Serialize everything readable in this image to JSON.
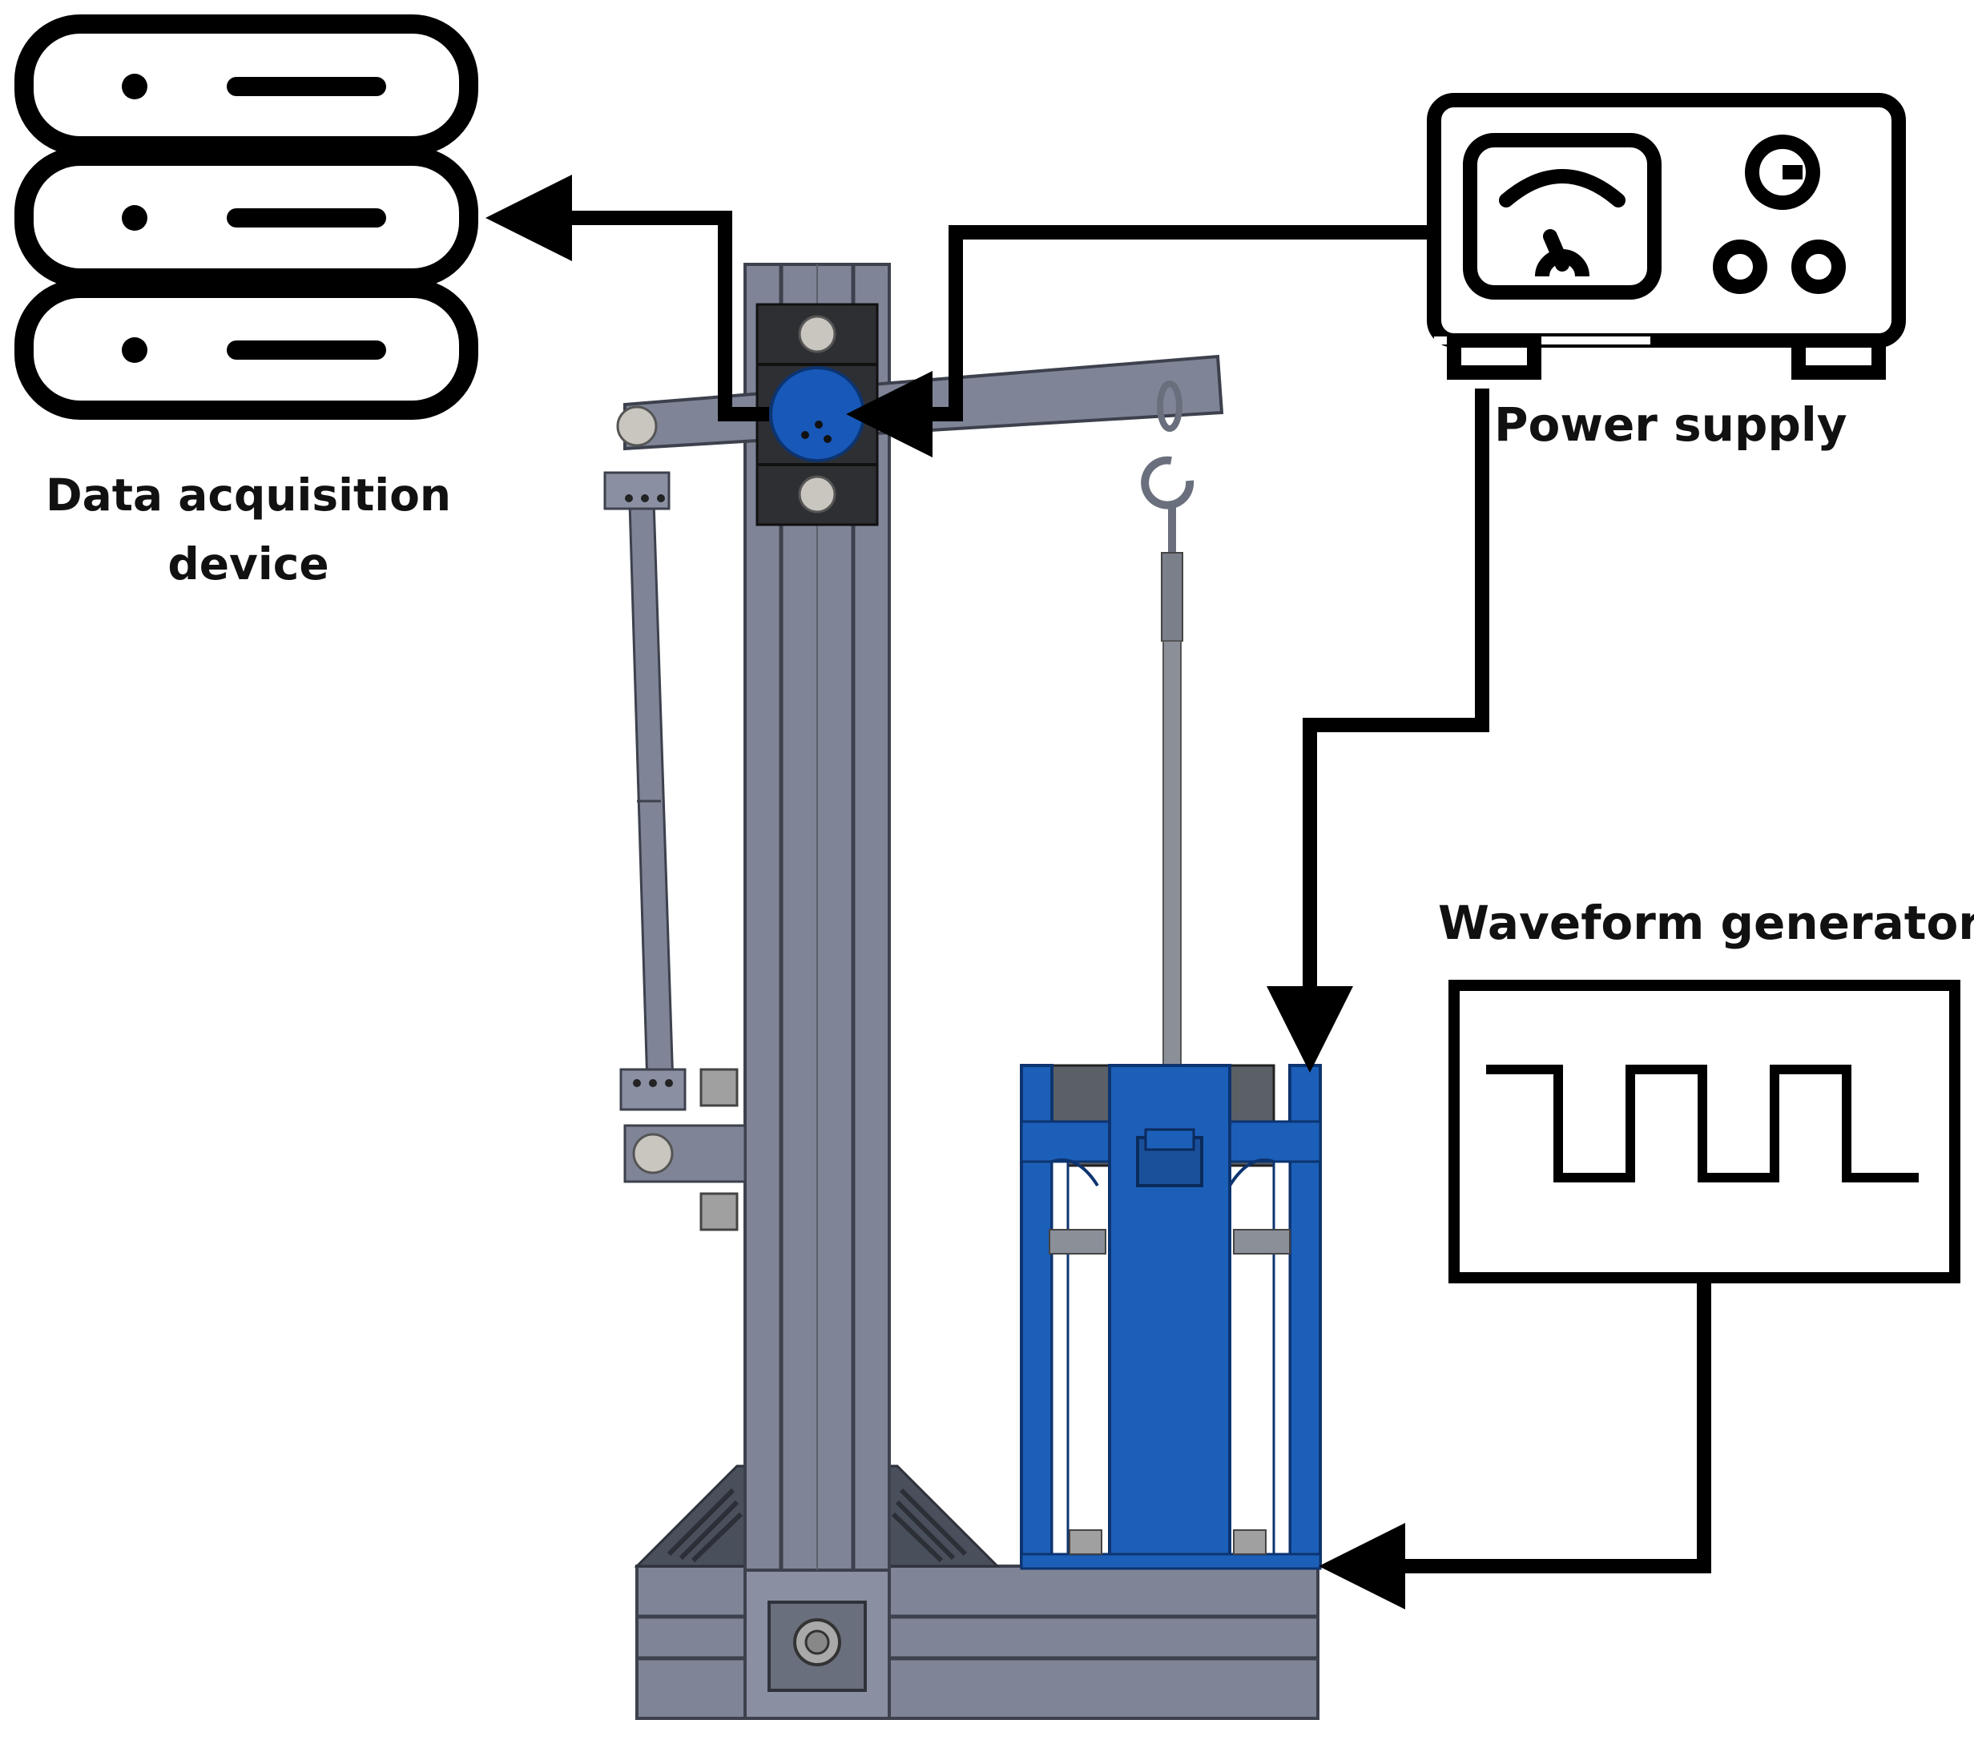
{
  "labels": {
    "data_acquisition_line1": "Data acquisition",
    "data_acquisition_line2": "device",
    "power_supply": "Power supply",
    "waveform_generator": "Waveform generator"
  },
  "icons": {
    "data_acquisition": "server-stack-icon",
    "power_supply": "power-supply-icon",
    "waveform_generator": "square-wave-icon"
  },
  "colors": {
    "frame_gray": "#7f8597",
    "frame_dark": "#4a4f5c",
    "sensor_blue": "#1858b8",
    "actuator_blue": "#1c5fb8",
    "wire": "#000000"
  }
}
